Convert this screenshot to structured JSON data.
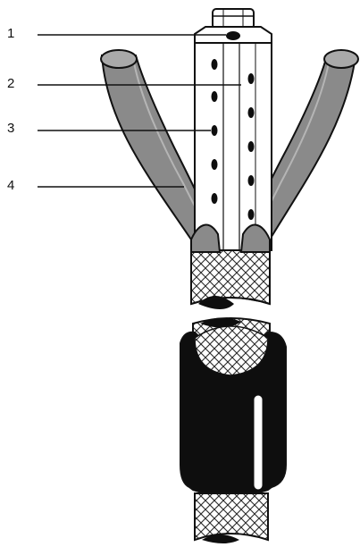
{
  "callouts": [
    {
      "number": "1"
    },
    {
      "number": "2"
    },
    {
      "number": "3"
    },
    {
      "number": "4"
    }
  ],
  "colors": {
    "outline": "#111111",
    "sleeve_grey": "#8a8a8a",
    "sleeve_grey_light": "#a9a9a9",
    "connector_white": "#ffffff",
    "insulation_black": "#0e0e0e",
    "braid": "#2a2a2a"
  }
}
